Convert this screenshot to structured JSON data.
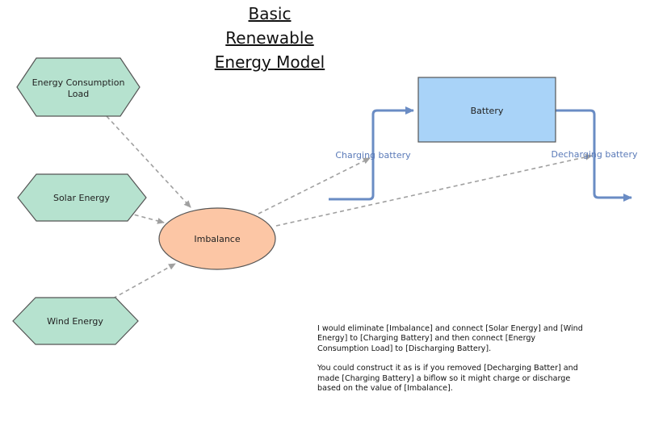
{
  "title": {
    "line1": "Basic",
    "line2": "Renewable",
    "line3": "Energy Model"
  },
  "nodes": {
    "energy_consumption": {
      "line1": "Energy Consumption",
      "line2": "Load"
    },
    "solar": {
      "label": "Solar Energy"
    },
    "wind": {
      "label": "Wind Energy"
    },
    "imbalance": {
      "label": "Imbalance"
    },
    "battery": {
      "label": "Battery"
    }
  },
  "flows": {
    "charging": "Charging battery",
    "decharging": "Decharging battery"
  },
  "note": {
    "paragraph1": "I would eliminate [Imbalance] and connect [Solar Energy] and [Wind Energy] to [Charging Battery] and then connect [Energy Consumption Load] to [Discharging Battery].",
    "paragraph2": "You could construct it as is if you removed [Decharging Batter] and made [Charging Battery] a biflow so it might charge or discharge based on the value of [Imbalance]."
  },
  "colors": {
    "hexagon_fill": "#b6e2cf",
    "ellipse_fill": "#fcc6a5",
    "battery_fill": "#a9d3f8",
    "flow_stroke": "#6a8cc4",
    "link_stroke": "#a0a0a0"
  }
}
